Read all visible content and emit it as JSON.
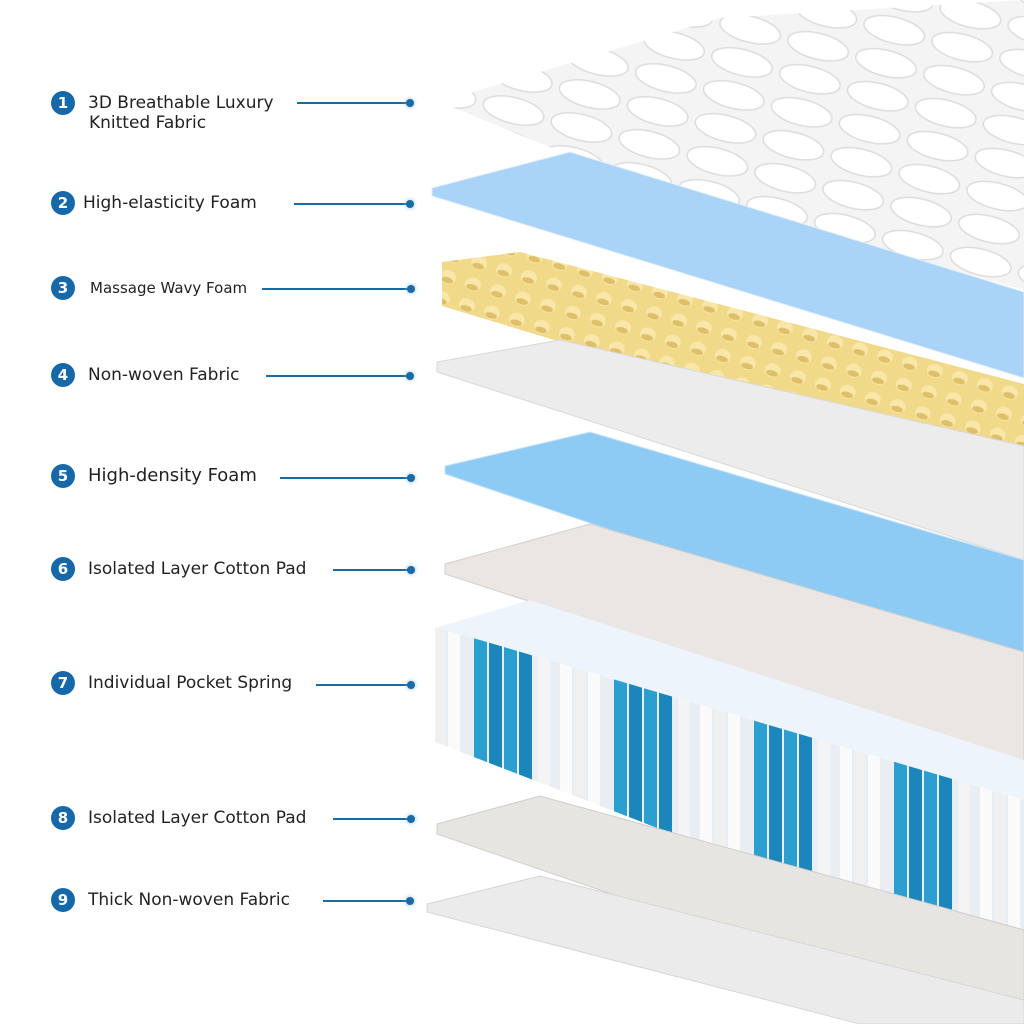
{
  "layers": [
    {
      "number": "1",
      "label": "3D Breathable Luxury",
      "label_line2": "Knitted Fabric"
    },
    {
      "number": "2",
      "label": "High-elasticity Foam"
    },
    {
      "number": "3",
      "label": "Massage Wavy Foam"
    },
    {
      "number": "4",
      "label": "Non-woven Fabric"
    },
    {
      "number": "5",
      "label": "High-density Foam"
    },
    {
      "number": "6",
      "label": "Isolated Layer Cotton Pad"
    },
    {
      "number": "7",
      "label": "Individual Pocket Spring"
    },
    {
      "number": "8",
      "label": "Isolated Layer Cotton Pad"
    },
    {
      "number": "9",
      "label": "Thick Non-woven Fabric"
    }
  ],
  "colors": {
    "accent": "#1668a8",
    "blue_foam": "#a9d3f7",
    "wavy_foam": "#f3dc8e",
    "fabric": "#ececec",
    "spring_blue": "#2a9fd0"
  }
}
